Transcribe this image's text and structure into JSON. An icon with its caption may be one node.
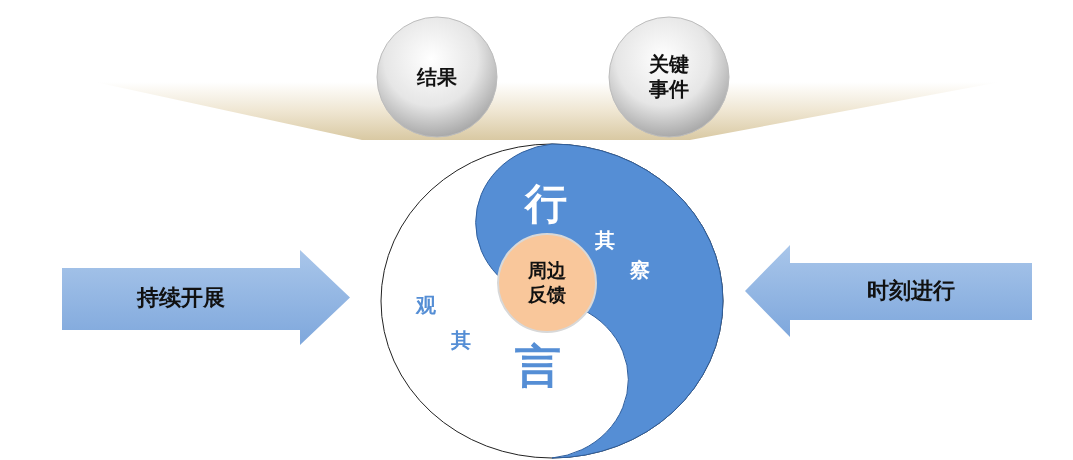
{
  "diagram": {
    "nodes": [
      {
        "text": [
          "结果"
        ]
      },
      {
        "text": [
          "关键事件"
        ]
      },
      {
        "text": [
          "持续开展"
        ]
      },
      {
        "text": [],
        "shape": "circle"
      },
      {
        "text": [
          "周边反馈"
        ],
        "in": 3
      },
      {
        "text": [
          "时刻进行"
        ]
      },
      {
        "text": [],
        "shape": "bar"
      }
    ],
    "labels": [
      "行",
      "其",
      "察",
      "观",
      "其",
      "言"
    ]
  }
}
